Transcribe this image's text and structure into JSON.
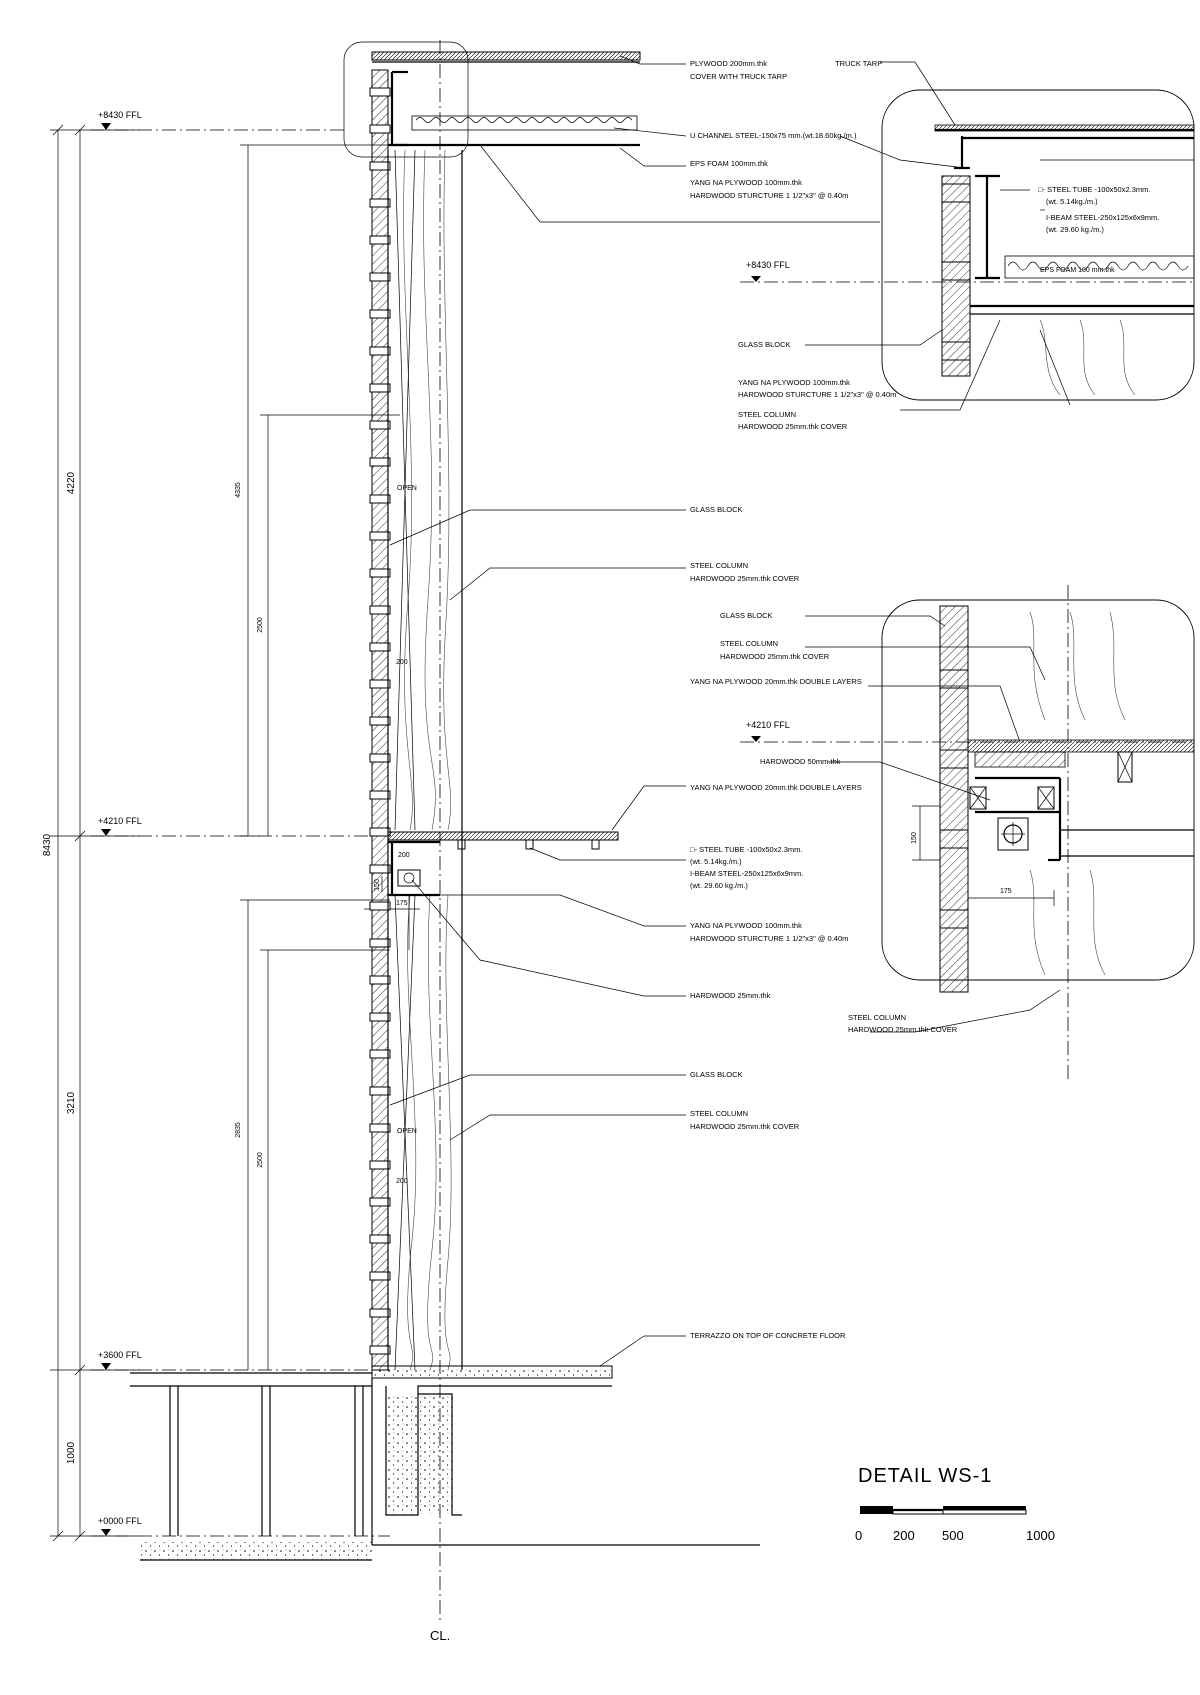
{
  "title": "DETAIL WS-1",
  "centerline": "CL.",
  "scale_labels": [
    "0",
    "200",
    "500",
    "1000"
  ],
  "levels": {
    "top": "+8430 FFL",
    "mid": "+4210 FFL",
    "floor": "+3600 FFL",
    "ground": "+0000 FFL"
  },
  "overall_dims": {
    "total": "8430",
    "upper": "4220",
    "middle": "3210",
    "lower": "1000"
  },
  "inner_dims": {
    "upper_height": "4335",
    "upper_open": "2500",
    "lower_height": "2835",
    "lower_open": "2500",
    "gap_200_a": "200",
    "gap_200_b": "200",
    "gap_200_c": "200",
    "d150": "150",
    "d175": "175"
  },
  "open_labels": {
    "upper": "OPEN",
    "lower": "OPEN"
  },
  "main_labels": {
    "plywood_roof_1": "PLYWOOD 200mm.thk",
    "plywood_roof_2": "COVER WITH TRUCK TARP",
    "u_channel": "U CHANNEL STEEL-150x75 mm.(wt.18.60kg./m.)",
    "eps_foam": "EPS FOAM 100mm.thk",
    "yang_na_top_1": "YANG NA PLYWOOD 100mm.thk",
    "yang_na_top_2": "HARDWOOD STURCTURE 1 1/2\"x3\" @ 0.40m",
    "glass_block_1": "GLASS BLOCK",
    "steel_col_1a": "STEEL COLUMN",
    "steel_col_1b": "HARDWOOD 25mm.thk COVER",
    "yang_na_double": "YANG NA PLYWOOD 20mm.thk DOUBLE LAYERS",
    "steel_tube_1": "□- STEEL TUBE -100x50x2.3mm.",
    "steel_tube_2": "(wt. 5.14kg./m.)",
    "ibeam_1": "I-BEAM STEEL-250x125x6x9mm.",
    "ibeam_2": "(wt. 29.60 kg./m.)",
    "yang_na_mid_1": "YANG NA PLYWOOD 100mm.thk",
    "yang_na_mid_2": "HARDWOOD STURCTURE 1 1/2\"x3\" @ 0.40m",
    "hardwood_25": "HARDWOOD 25mm.thk",
    "glass_block_2": "GLASS BLOCK",
    "steel_col_2a": "STEEL COLUMN",
    "steel_col_2b": "HARDWOOD 25mm.thk COVER",
    "terrazzo": "TERRAZZO ON TOP OF CONCRETE FLOOR"
  },
  "detail_top": {
    "truck_tarp": "TRUCK TARP",
    "steel_tube_1": "□- STEEL TUBE -100x50x2.3mm.",
    "steel_tube_2": "(wt. 5.14kg./m.)",
    "ibeam_1": "I-BEAM STEEL-250x125x6x9mm.",
    "ibeam_2": "(wt. 29.60 kg./m.)",
    "eps": "EPS FOAM 100 mm.thk",
    "ffl": "+8430 FFL",
    "glass_block": "GLASS BLOCK",
    "yang_na_1": "YANG NA PLYWOOD 100mm.thk",
    "yang_na_2": "HARDWOOD STURCTURE 1 1/2\"x3\" @ 0.40m",
    "steel_col_a": "STEEL COLUMN",
    "steel_col_b": "HARDWOOD 25mm.thk COVER"
  },
  "detail_mid": {
    "glass_block": "GLASS BLOCK",
    "steel_col_a": "STEEL COLUMN",
    "steel_col_b": "HARDWOOD 25mm.thk COVER",
    "yang_na_double": "YANG NA PLYWOOD 20mm.thk DOUBLE LAYERS",
    "ffl": "+4210 FFL",
    "hardwood_50": "HARDWOOD 50mm.thk",
    "d150": "150",
    "d175": "175",
    "steel_col_c": "STEEL COLUMN",
    "steel_col_d": "HARDWOOD 25mm.thk COVER"
  }
}
